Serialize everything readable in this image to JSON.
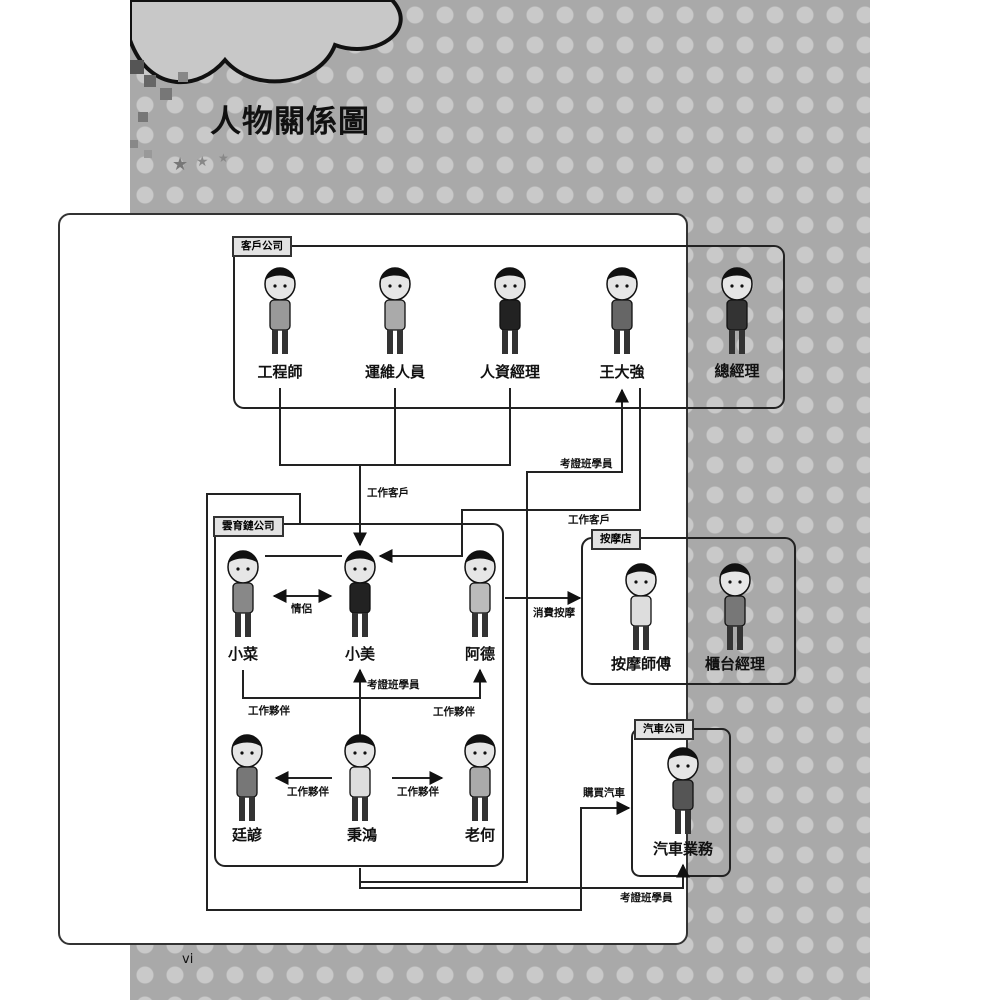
{
  "title": "人物關係圖",
  "page_number": "vi",
  "groups": {
    "client": "客戶公司",
    "yun": "雲育鏈公司",
    "massage": "按摩店",
    "car": "汽車公司"
  },
  "people": {
    "engineer": "工程師",
    "it_staff": "運維人員",
    "hr_manager": "人資經理",
    "wang": "王大強",
    "gm": "總經理",
    "xiaocai": "小菜",
    "xiaomei": "小美",
    "ade": "阿德",
    "tingyan": "廷諺",
    "binghong": "秉鴻",
    "laohe": "老何",
    "masseur": "按摩師傅",
    "counter_manager": "櫃台經理",
    "car_sales": "汽車業務"
  },
  "relations": {
    "work_client_1": "工作客戶",
    "exam_class_top": "考證班學員",
    "work_client_2": "工作客戶",
    "couple": "情侶",
    "buy_massage": "消費按摩",
    "exam_class_mid": "考證班學員",
    "partner_left": "工作夥伴",
    "partner_right": "工作夥伴",
    "partner_low_left": "工作夥伴",
    "partner_low_right": "工作夥伴",
    "buy_car": "購買汽車",
    "exam_class_bottom": "考證班學員"
  }
}
